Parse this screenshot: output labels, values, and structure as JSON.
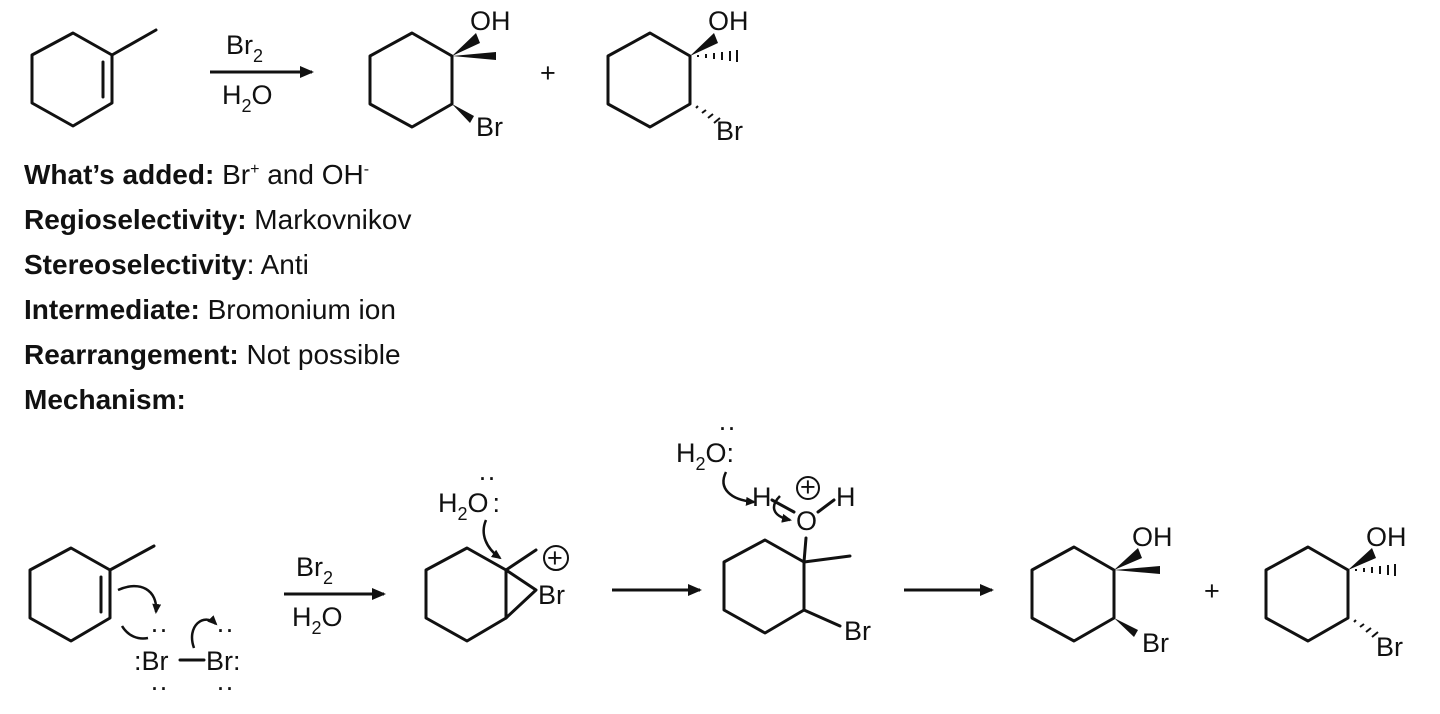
{
  "reaction": {
    "reagent_top": "Br",
    "reagent_top_sub": "2",
    "reagent_bottom_h": "H",
    "reagent_bottom_sub": "2",
    "reagent_bottom_o": "O",
    "plus": "+"
  },
  "labels": {
    "oh": "OH",
    "br": "Br",
    "h": "H",
    "o": "O",
    "plus_charge": "+",
    "lone_pair": "··",
    "colon": ":"
  },
  "info": [
    {
      "key": "What’s added:",
      "v1": " Br",
      "s1": "+",
      "v2": " and OH",
      "s2": "-"
    },
    {
      "key": "Regioselectivity:",
      "v1": " Markovnikov",
      "s1": "",
      "v2": "",
      "s2": ""
    },
    {
      "key": "Stereoselectivity",
      "v1": ": Anti",
      "s1": "",
      "v2": "",
      "s2": ""
    },
    {
      "key": "Intermediate:",
      "v1": " Bromonium ion",
      "s1": "",
      "v2": "",
      "s2": ""
    },
    {
      "key": "Rearrangement:",
      "v1": " Not possible",
      "s1": "",
      "v2": "",
      "s2": ""
    },
    {
      "key": "Mechanism:",
      "v1": "",
      "s1": "",
      "v2": "",
      "s2": ""
    }
  ]
}
